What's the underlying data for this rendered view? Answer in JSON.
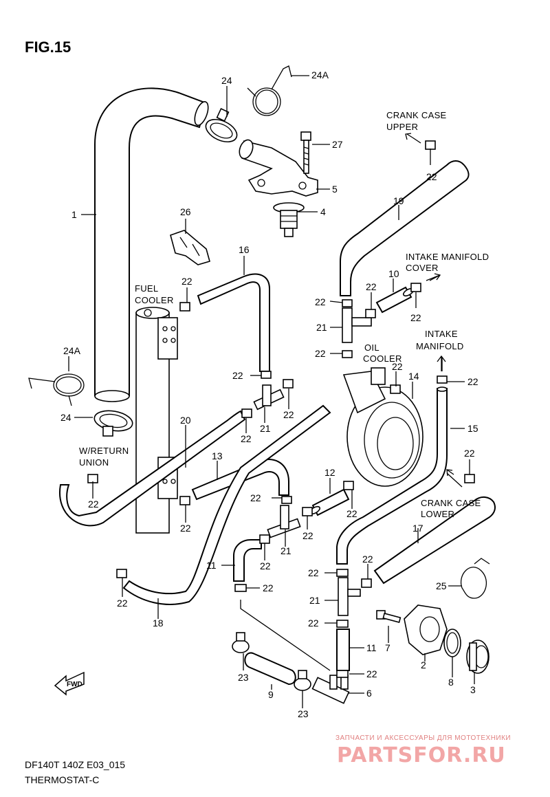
{
  "figure": {
    "title": "FIG.15",
    "footer_model": "DF140T 140Z E03_015",
    "footer_name": "THERMOSTAT-C"
  },
  "watermark": {
    "line1": "ЗАПЧАСТИ И АКСЕССУАРЫ ДЛЯ МОТОТЕХНИКИ",
    "line2": "PARTSFOR.RU"
  },
  "fwd_badge": "FWD",
  "captions": {
    "crank_case_upper_1": "CRANK CASE",
    "crank_case_upper_2": "UPPER",
    "intake_manifold_cover_1": "INTAKE MANIFOLD",
    "intake_manifold_cover_2": "COVER",
    "intake_manifold_1": "INTAKE",
    "intake_manifold_2": "MANIFOLD",
    "fuel_cooler_1": "FUEL",
    "fuel_cooler_2": "COOLER",
    "oil_cooler_1": "OIL",
    "oil_cooler_2": "COOLER",
    "return_union_1": "W/RETURN",
    "return_union_2": "UNION",
    "crank_case_lower_1": "CRANK CASE",
    "crank_case_lower_2": "LOWER"
  },
  "labels": {
    "p1": "1",
    "p2": "2",
    "p3": "3",
    "p4": "4",
    "p5": "5",
    "p6": "6",
    "p7": "7",
    "p8": "8",
    "p9": "9",
    "p10": "10",
    "p11a": "11",
    "p11b": "11",
    "p12": "12",
    "p13": "13",
    "p14": "14",
    "p15": "15",
    "p16": "16",
    "p17": "17",
    "p18": "18",
    "p19": "19",
    "p20": "20",
    "p21a": "21",
    "p21b": "21",
    "p21c": "21",
    "p21d": "21",
    "p22a": "22",
    "p22b": "22",
    "p22c": "22",
    "p22d": "22",
    "p22e": "22",
    "p22f": "22",
    "p22g": "22",
    "p22h": "22",
    "p22i": "22",
    "p22j": "22",
    "p22k": "22",
    "p22l": "22",
    "p22m": "22",
    "p22n": "22",
    "p22o": "22",
    "p22p": "22",
    "p22q": "22",
    "p22r": "22",
    "p22s": "22",
    "p22t": "22",
    "p22u": "22",
    "p22v": "22",
    "p22w": "22",
    "p22x": "22",
    "p23a": "23",
    "p23b": "23",
    "p24a": "24",
    "p24b": "24",
    "p24Aa": "24A",
    "p24Ab": "24A",
    "p25": "25",
    "p26": "26",
    "p27": "27"
  }
}
